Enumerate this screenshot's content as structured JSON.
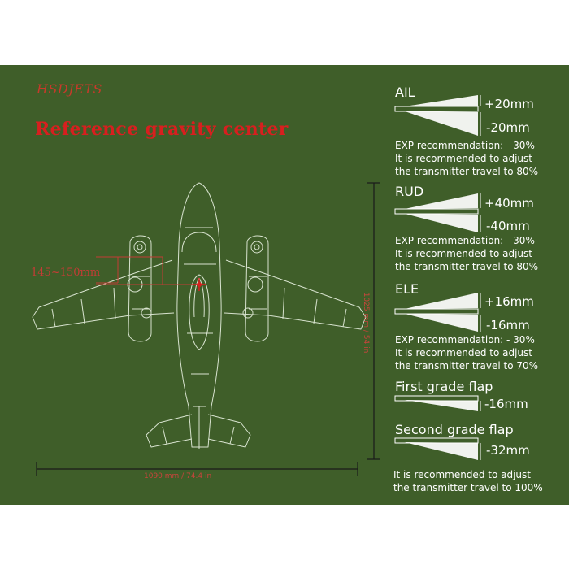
{
  "brand": "HSDJETS",
  "title": "Reference gravity center",
  "dimensions": {
    "cg_distance": "145~150mm",
    "wingspan": "1090 mm / 74.4 in",
    "length": "1025 mm / 54 in"
  },
  "surfaces": [
    {
      "label": "AIL",
      "up": "+20mm",
      "down": "-20mm",
      "exp": "EXP recommendation: - 30%",
      "note1": "It is recommended to adjust",
      "note2": "the transmitter travel to 80%"
    },
    {
      "label": "RUD",
      "up": "+40mm",
      "down": "-40mm",
      "exp": "EXP recommendation: - 30%",
      "note1": "It is recommended to adjust",
      "note2": "the transmitter travel to 80%"
    },
    {
      "label": "ELE",
      "up": "+16mm",
      "down": "-16mm",
      "exp": "EXP recommendation: - 30%",
      "note1": "It is recommended to adjust",
      "note2": "the transmitter travel to 70%"
    }
  ],
  "flaps": [
    {
      "label": "First grade flap",
      "down": "-16mm"
    },
    {
      "label": "Second grade flap",
      "down": "-32mm"
    }
  ],
  "flap_note": {
    "line1": "It is recommended to adjust",
    "line2": "the transmitter travel to 100%"
  },
  "colors": {
    "background": "#3f5e29",
    "outline": "#d8e3cf",
    "accent_red": "#d81f1f"
  }
}
